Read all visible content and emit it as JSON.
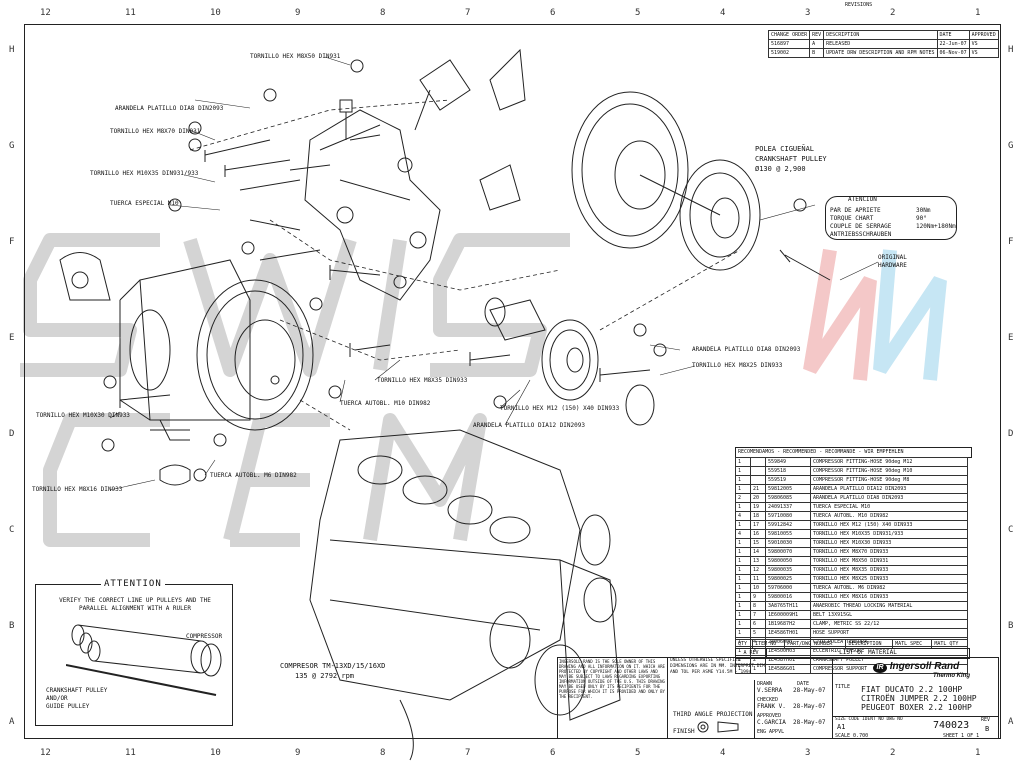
{
  "zones": {
    "columns": [
      "12",
      "11",
      "10",
      "9",
      "8",
      "7",
      "6",
      "5",
      "4",
      "3",
      "2",
      "1"
    ],
    "rows": [
      "H",
      "G",
      "F",
      "E",
      "D",
      "C",
      "B",
      "A"
    ]
  },
  "revisions": {
    "title": "REVISIONS",
    "headers": [
      "CHANGE ORDER",
      "REV",
      "DESCRIPTION",
      "DATE",
      "APPROVED"
    ],
    "rows": [
      [
        "516897",
        "A",
        "RELEASED",
        "22-Jun-07",
        "VS"
      ],
      [
        "519002",
        "B",
        "UPDATE DRW DESCRIPTION AND RPM NOTES",
        "06-Nov-07",
        "VS"
      ]
    ]
  },
  "callouts": {
    "washer_m8": "ARANDELA PLATILLO  DIA8 DIN2093",
    "bolt_m8x70": "TORNILLO HEX M8X70 DIN931",
    "bolt_m10x35": "TORNILLO HEX M10X35 DIN931/933",
    "special_nut": "TUERCA ESPECIAL M10",
    "bolt_m8x50": "TORNILLO HEX M8X50 DIN931",
    "bolt_m10x30": "TORNILLO HEX M10X30 DIN933",
    "bolt_m8x16": "TORNILLO HEX M8X16 DIN933",
    "nut_m10": "TUERCA AUTOBL. M10 DIN982",
    "nut_m6": "TUERCA AUTOBL. M6 DIN982",
    "bolt_m8x35": "TORNILLO HEX M8X35 DIN933",
    "bolt_m12": "TORNILLO HEX M12 (150) X40 DIN933",
    "washer_m12": "ARANDELA PLATILLO  DIA12 DIN2093",
    "washer_m8_right": "ARANDELA PLATILLO  DIA8 DIN2093",
    "bolt_m8x25": "TORNILLO HEX M8X25 DIN933",
    "pulley_es": "POLEA CIGUEÑAL",
    "pulley_en": "CRANKSHAFT PULLEY",
    "pulley_size": "Ø130 @ 2,900",
    "original_hw": "ORIGINAL\nHARDWARE",
    "compressor": "COMPRESOR TM-13XD/15/16XD",
    "compressor_rpm": "135 @ 2792 rpm"
  },
  "torque": {
    "title": "ATENCION",
    "lines": [
      "PAR DE APRIETE",
      "TORQUE CHART",
      "COUPLE DE SERRAGE",
      "ANTRIEBSSCHRAUBEN"
    ],
    "values": [
      "30Nm",
      "90°",
      "120Nm+180Nm"
    ]
  },
  "attention": {
    "title": "ATTENTION",
    "text": "VERIFY THE CORRECT LINE UP PULLEYS AND THE\nPARALLEL ALIGNMENT WITH A RULER",
    "compressor": "COMPRESSOR",
    "crank": "CRANKSHAFT PULLEY\nAND/OR\nGUIDE PULLEY"
  },
  "bom": {
    "header": "RECOMENDAMOS - RECOMMENDED - RECOMMANDE - WIR EMPFEHLEN",
    "rows": [
      [
        "1",
        "",
        "559849",
        "COMPRESSOR FITTING-HOSE 90deg M12"
      ],
      [
        "1",
        "",
        "559518",
        "COMPRESSOR FITTING-HOSE 90deg M10"
      ],
      [
        "1",
        "",
        "559519",
        "COMPRESSOR FITTING-HOSE 90deg M8"
      ],
      [
        "1",
        "21",
        "59812005",
        "ARANDELA PLATILLO  DIA12 DIN2093"
      ],
      [
        "2",
        "20",
        "59806085",
        "ARANDELA PLATILLO  DIA8 DIN2093"
      ],
      [
        "1",
        "19",
        "24091337",
        "TUERCA ESPECIAL M10"
      ],
      [
        "4",
        "18",
        "59710080",
        "TUERCA AUTOBL. M10 DIN982"
      ],
      [
        "1",
        "17",
        "59912842",
        "TORNILLO HEX M12 (150) X40 DIN933"
      ],
      [
        "4",
        "16",
        "59810055",
        "TORNILLO HEX M10X35 DIN931/933"
      ],
      [
        "1",
        "15",
        "59010030",
        "TORNILLO HEX M10X30 DIN933"
      ],
      [
        "1",
        "14",
        "59800070",
        "TORNILLO HEX M8X70 DIN933"
      ],
      [
        "1",
        "13",
        "59800050",
        "TORNILLO HEX M8X50 DIN931"
      ],
      [
        "1",
        "12",
        "59800035",
        "TORNILLO HEX M8X35 DIN933"
      ],
      [
        "1",
        "11",
        "59800025",
        "TORNILLO HEX M8X25 DIN933"
      ],
      [
        "1",
        "10",
        "59706000",
        "TUERCA AUTOBL. M6 DIN982"
      ],
      [
        "1",
        "9",
        "59800016",
        "TORNILLO HEX M8X16 DIN933"
      ],
      [
        "1",
        "8",
        "3A8765TH11",
        "ANAEROBIC THREAD LOCKING MATERIAL"
      ],
      [
        "1",
        "7",
        "1E600009H1",
        "BELT 13X915GL"
      ],
      [
        "1",
        "6",
        "1B19687H2",
        "CLAMP, METRIC SS 22/12"
      ],
      [
        "1",
        "5",
        "1E4586TH01",
        "HOSE SUPPORT"
      ],
      [
        "1",
        "4",
        "24006000",
        "CJTO.POLEA TENSORA"
      ],
      [
        "1",
        "3",
        "1E4500H03",
        "ECCENTRIC TENSOR"
      ],
      [
        "1",
        "2",
        "1E4587H01",
        "CRANKSHAFT PULLEY"
      ],
      [
        "1",
        "1",
        "1E4586G01",
        "COMPRESSOR SUPPORT"
      ]
    ],
    "footer": [
      "QTY",
      "ITEM NO",
      "PART/DWG NUMBER",
      "DESCRIPTION",
      "MATL SPEC",
      "MATL QTY"
    ],
    "list_title": "LIST OF MATERIAL",
    "rev": "A REV"
  },
  "title_block": {
    "notice": "INGERSOLL-RAND IS THE SOLE OWNER OF THIS DRAWING AND ALL INFORMATION ON IT. WHICH ARE PROTECTED BY COPYRIGHT AND OTHER LAWS AND MAY BE SUBJECT TO LAWS REGARDING EXPORTING INFORMATION OUTSIDE OF THE U.S. THIS DRAWING MAY BE USED ONLY BY ITS RECIPIENTS FOR THE PURPOSE FOR WHICH IT IS PROVIDED AND ONLY BY THE RECIPIENT.",
    "tolerance": "UNLESS OTHERWISE SPECIFIED DIMENSIONS ARE IN MM. INTERPRET DIM AND TOL PER ASME Y14.5M - 1994",
    "projection": "THIRD ANGLE PROJECTION",
    "finish": "FINISH",
    "drawn_label": "DRAWN",
    "drawn": "V.SERRA",
    "drawn_date": "28-May-07",
    "checked_label": "CHECKED",
    "checked": "FRANK V.",
    "checked_date": "28-May-07",
    "approved_label": "APPROVED",
    "approved": "C.GARCIA",
    "approved_date": "28-May-07",
    "eng_label": "ENG APPVL",
    "date_label": "DATE",
    "company": "Ingersoll Rand",
    "company_sub": "Thermo King",
    "title_label": "TITLE",
    "title": [
      "FIAT DUCATO 2.2 100HP",
      "CITROËN JUMPER 2.2 100HP",
      "PEUGEOT BOXER 2.2 100HP"
    ],
    "size_label": "SIZE CODE IDENT NO DWG NO",
    "size": "A1",
    "dwg_no": "740023",
    "rev_label": "REV",
    "rev": "B",
    "scale": "SCALE  0.700",
    "sheet": "SHEET  1  OF  1"
  },
  "watermark": "SWIS CEM",
  "colors": {
    "line": "#222222",
    "watermark": "#cfcfcf",
    "accent_red": "#f2b6b6",
    "accent_blue": "#b7dff2"
  }
}
